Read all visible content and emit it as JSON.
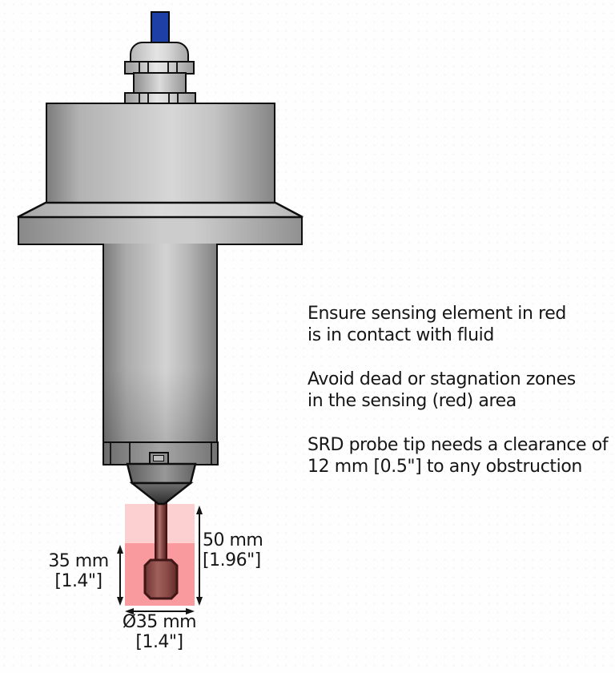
{
  "instructions": {
    "paragraphs": [
      {
        "line1": "Ensure sensing element in red",
        "line2": "is in contact with fluid"
      },
      {
        "line1": "Avoid dead or stagnation zones",
        "line2": "in the sensing (red) area"
      },
      {
        "line1": "SRD probe tip needs a clearance of",
        "line2": "12 mm [0.5\"] to any obstruction"
      }
    ]
  },
  "dimensions": {
    "sensing_height": {
      "metric": "35 mm",
      "imperial": "[1.4\"]"
    },
    "clearance_height": {
      "metric": "50 mm",
      "imperial": "[1.96\"]"
    },
    "diameter": {
      "metric": "Ø35 mm",
      "imperial": "[1.4\"]"
    }
  },
  "device": {
    "name": "SRD probe with red sensing element",
    "colors": {
      "cable_blue": "#1e3fa5",
      "housing_gray": "#c9c9c9",
      "sensing_zone_light_pink": "#fccfd0",
      "sensing_zone_pink": "#f99a9e",
      "sensing_element_red": "#94504d",
      "outline_black": "#0e0e0e"
    }
  }
}
